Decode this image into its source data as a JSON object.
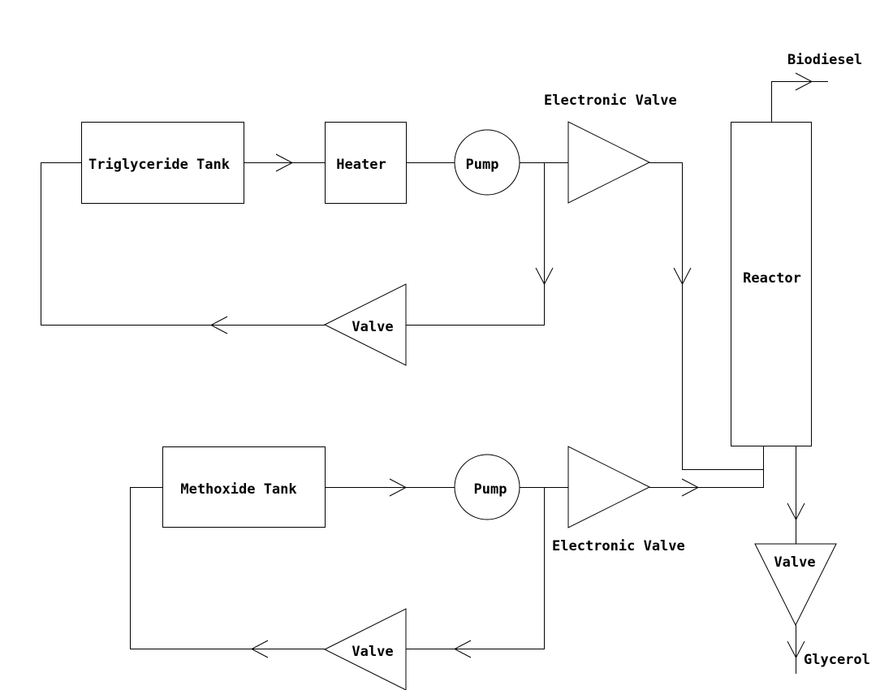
{
  "diagram": {
    "labels": {
      "triglyceride_tank": "Triglyceride Tank",
      "heater": "Heater",
      "pump_top": "Pump",
      "electronic_valve_top": "Electronic Valve",
      "valve_top_return": "Valve",
      "reactor": "Reactor",
      "biodiesel": "Biodiesel",
      "methoxide_tank": "Methoxide Tank",
      "pump_bottom": "Pump",
      "electronic_valve_bottom": "Electronic Valve",
      "valve_bottom_return": "Valve",
      "valve_glycerol": "Valve",
      "glycerol": "Glycerol"
    }
  }
}
